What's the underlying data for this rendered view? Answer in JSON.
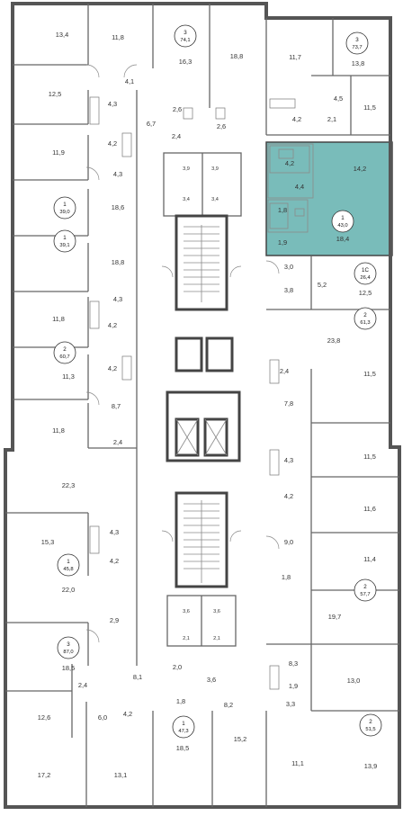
{
  "colors": {
    "highlight": "#79bcba",
    "wall": "#555555",
    "background": "#ffffff"
  },
  "apartments": [
    {
      "id": "a1",
      "rooms": "3",
      "area": "74,1"
    },
    {
      "id": "a2",
      "rooms": "3",
      "area": "73,7"
    },
    {
      "id": "a3",
      "rooms": "1",
      "area": "39,0"
    },
    {
      "id": "a4",
      "rooms": "1",
      "area": "39,1"
    },
    {
      "id": "a5",
      "rooms": "2",
      "area": "60,7"
    },
    {
      "id": "a6",
      "rooms": "1",
      "area": "43,0",
      "highlighted": true
    },
    {
      "id": "a7",
      "rooms": "1С",
      "area": "26,4"
    },
    {
      "id": "a8",
      "rooms": "2",
      "area": "61,3"
    },
    {
      "id": "a9",
      "rooms": "1",
      "area": "45,8"
    },
    {
      "id": "a10",
      "rooms": "3",
      "area": "87,0"
    },
    {
      "id": "a11",
      "rooms": "2",
      "area": "57,7"
    },
    {
      "id": "a12",
      "rooms": "1",
      "area": "47,3"
    },
    {
      "id": "a13",
      "rooms": "2",
      "area": "51,5"
    }
  ],
  "areas": [
    "13,4",
    "11,8",
    "16,3",
    "18,8",
    "11,7",
    "13,8",
    "12,5",
    "4,1",
    "4,3",
    "6,7",
    "2,6",
    "2,6",
    "4,5",
    "4,2",
    "2,1",
    "11,5",
    "2,4",
    "4,2",
    "11,9",
    "4,3",
    "4,2",
    "14,2",
    "3,9",
    "3,9",
    "3,4",
    "3,4",
    "4,4",
    "18,6",
    "1,8",
    "18,4",
    "1,9",
    "18,8",
    "3,0",
    "3,8",
    "5,2",
    "12,5",
    "4,3",
    "11,8",
    "4,2",
    "23,8",
    "4,2",
    "11,3",
    "2,4",
    "11,5",
    "8,7",
    "7,8",
    "11,8",
    "2,4",
    "11,5",
    "4,3",
    "22,3",
    "4,2",
    "11,6",
    "15,3",
    "4,3",
    "9,0",
    "4,2",
    "11,4",
    "1,8",
    "22,0",
    "19,7",
    "3,6",
    "3,6",
    "2,9",
    "2,1",
    "2,1",
    "8,3",
    "18,5",
    "2,0",
    "3,6",
    "13,0",
    "1,9",
    "8,1",
    "1,8",
    "8,2",
    "3,3",
    "2,4",
    "12,6",
    "6,0",
    "4,2",
    "17,2",
    "13,1",
    "18,5",
    "15,2",
    "11,1",
    "13,9"
  ]
}
